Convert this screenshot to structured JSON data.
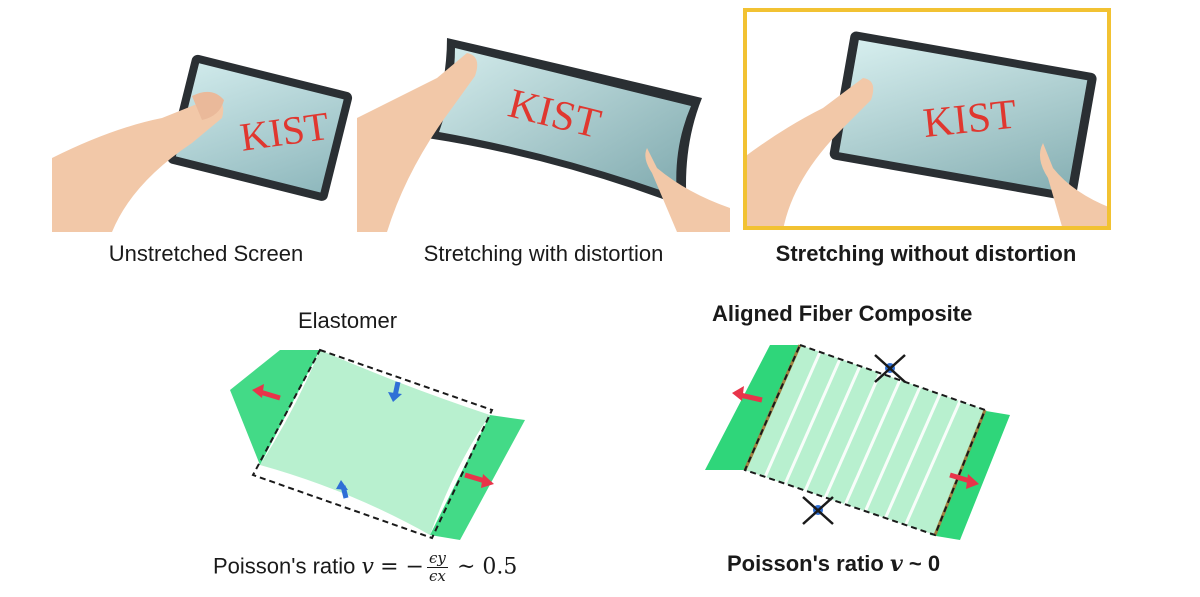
{
  "panels": [
    {
      "caption": "Unstretched Screen",
      "logo": "KIST"
    },
    {
      "caption": "Stretching with distortion",
      "logo": "KIST"
    },
    {
      "caption": "Stretching without distortion",
      "logo": "KIST"
    }
  ],
  "diagrams": {
    "left_title": "Elastomer",
    "right_title": "Aligned Fiber Composite",
    "left_ratio_prefix": "Poisson's ratio",
    "left_ratio_symbol": "v",
    "left_ratio_eq": "= −",
    "left_ratio_num": "ϵy",
    "left_ratio_den": "ϵx",
    "left_ratio_value": "~ 0.5",
    "right_ratio_prefix": "Poisson's ratio",
    "right_ratio_symbol": "v",
    "right_ratio_value": "~ 0"
  },
  "colors": {
    "green": "#2fd67a",
    "light_green": "#b8f0cf",
    "arrow_red": "#e8344a",
    "arrow_blue": "#2f6fd6",
    "highlight_border": "#f2c232",
    "logo_red": "#e0372f"
  }
}
